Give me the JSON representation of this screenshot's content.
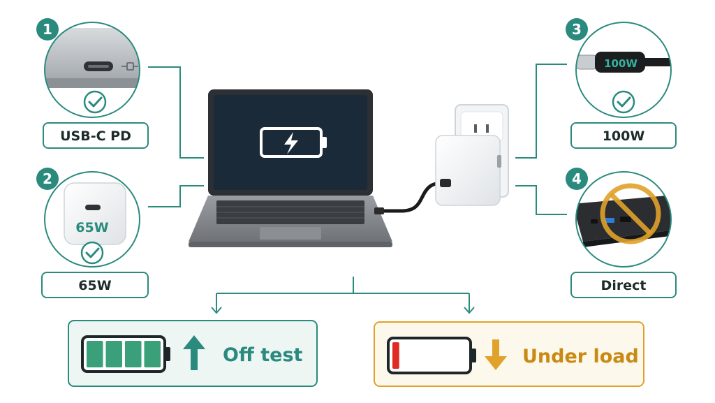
{
  "colors": {
    "teal": "#2a8a7e",
    "teal_dark": "#1f6f66",
    "panel_border": "#2e7d6f",
    "amber": "#e0a22a",
    "amber_text": "#c98a14",
    "red": "#e02b24",
    "green_cell": "#3aa07a",
    "text_dark": "#1e2b2b"
  },
  "steps": [
    {
      "number": "1",
      "label": "USB-C PD",
      "status_icon": "check-icon"
    },
    {
      "number": "2",
      "label": "65W",
      "inner_label": "65W",
      "status_icon": "check-icon"
    },
    {
      "number": "3",
      "label": "100W",
      "inner_label": "100W",
      "status_icon": "check-icon"
    },
    {
      "number": "4",
      "label": "Direct",
      "status_icon": "no-entry-icon"
    }
  ],
  "outcomes": {
    "good": {
      "label": "Off test",
      "battery_level": 1.0,
      "arrow": "arrow-up-icon"
    },
    "bad": {
      "label": "Under load",
      "battery_level": 0.1,
      "arrow": "arrow-down-icon"
    }
  },
  "center": {
    "laptop_screen_icon": "battery-charging-icon",
    "adapter_icon": "wall-charger-icon"
  }
}
